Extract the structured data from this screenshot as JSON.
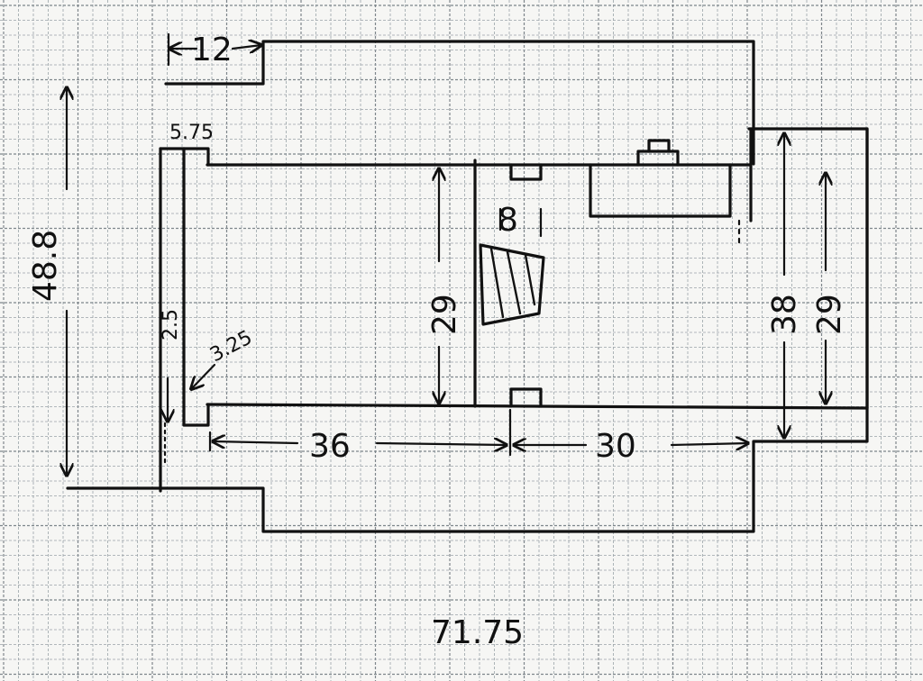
{
  "diagram": {
    "paper": "graph-paper",
    "ink_color": "#111111",
    "grid_color": "#9aa3a8",
    "grid_major_color": "#7e868b"
  },
  "dimensions": {
    "top_offset": "12",
    "wall_thickness": "5.75",
    "overall_height": "48.8",
    "left_gap": "2.5",
    "left_inset": "3.25",
    "inner_height": "29",
    "small_opening": "8",
    "right_height_outer": "38",
    "right_height_inner": "29",
    "left_span": "36",
    "right_span": "30",
    "overall_width": "71.75"
  }
}
